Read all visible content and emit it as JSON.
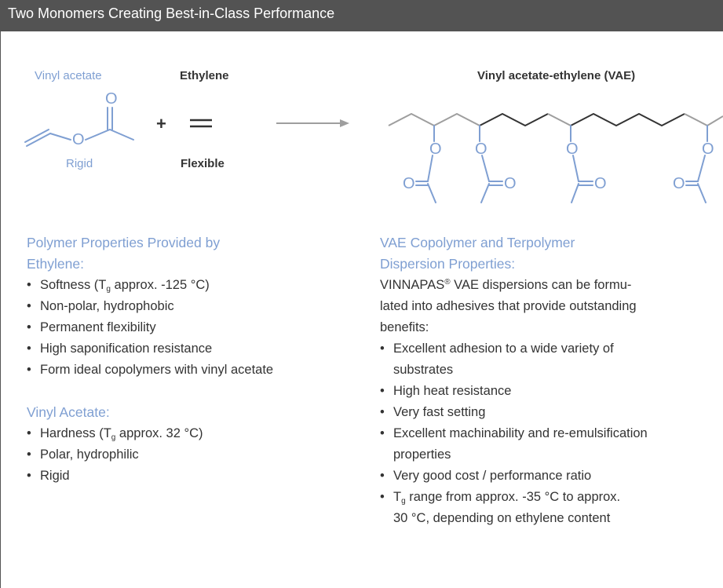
{
  "header": {
    "title": "Two Monomers Creating Best-in-Class Performance"
  },
  "diagram": {
    "vinyl_acetate_label": "Vinyl acetate",
    "ethylene_label": "Ethylene",
    "rigid_label": "Rigid",
    "flexible_label": "Flexible",
    "plus": "+",
    "vae_label": "Vinyl acetate-ethylene (VAE)",
    "oxygen": "O",
    "colors": {
      "vinyl_acetate": "#7f9fd2",
      "ethylene": "#333333",
      "arrow": "#9e9e9e",
      "header_bg": "#535353"
    }
  },
  "left": {
    "ethylene_heading_1": "Polymer Properties Provided by",
    "ethylene_heading_2": "Ethylene:",
    "ethylene_items": [
      {
        "pre": "Softness (T",
        "sub": "g",
        "post": " approx. -125 °C)"
      },
      {
        "text": "Non-polar, hydrophobic"
      },
      {
        "text": "Permanent flexibility"
      },
      {
        "text": "High saponification resistance"
      },
      {
        "text": "Form ideal copolymers with vinyl acetate"
      }
    ],
    "va_heading": "Vinyl Acetate:",
    "va_items": [
      {
        "pre": "Hardness (T",
        "sub": "g",
        "post": " approx. 32 °C)"
      },
      {
        "text": "Polar, hydrophilic"
      },
      {
        "text": "Rigid"
      }
    ]
  },
  "right": {
    "heading_1": "VAE Copolymer and Terpolymer",
    "heading_2": "Dispersion Properties:",
    "intro_brand": "VINNAPAS",
    "intro_reg": "®",
    "intro_line1_rest": " VAE dispersions can be formu-",
    "intro_line2": "lated into adhesives that provide outstanding",
    "intro_line3": "benefits:",
    "items": [
      {
        "line1": "Excellent adhesion to a wide variety of",
        "line2": "substrates"
      },
      {
        "line1": "High heat resistance"
      },
      {
        "line1": "Very fast setting"
      },
      {
        "line1": "Excellent machinability and re-emulsification",
        "line2": "properties"
      },
      {
        "line1": "Very good cost / performance ratio"
      },
      {
        "pre": "T",
        "sub": "g",
        "post": " range from approx. -35 °C to approx.",
        "line2": "30 °C, depending on ethylene content"
      }
    ]
  }
}
